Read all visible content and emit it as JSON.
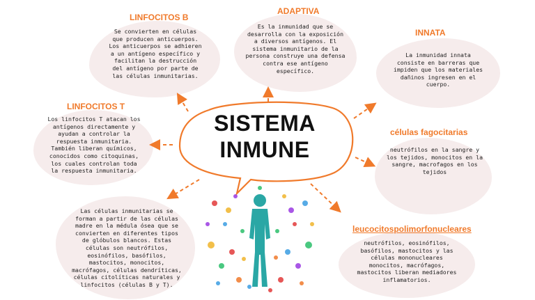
{
  "center": {
    "title": "SISTEMA\nINMUNE"
  },
  "nodes": {
    "linfocitos_b": {
      "title": "LINFOCITOS B",
      "text": "Se convierten en células\nque producen anticuerpos.\nLos anticuerpos se adhieren\na un antígeno específico y\nfacilitan la destrucción\ndel antígeno por parte de\nlas células inmunitarias."
    },
    "adaptiva": {
      "title": "ADAPTIVA",
      "text": "Es la inmunidad que se\ndesarrolla con la exposición\na diversos antígenos. El\nsistema inmunitario de la\npersona construye una defensa\ncontra ese antígeno\nespecífico."
    },
    "innata": {
      "title": "INNATA",
      "text": "La inmunidad innata\nconsiste en barreras que\nimpiden que los materiales\ndañinos ingresen en el\ncuerpo."
    },
    "linfocitos_t": {
      "title": "LINFOCITOS T",
      "text": "Los linfocitos T atacan los\nantígenos directamente y\nayudan a controlar la\nrespuesta inmunitaria.\nTambién liberan químicos,\nconocidos como citoquinas,\nlos cuales controlan toda\nla respuesta inmunitaria."
    },
    "celulas_fagocitarias": {
      "title": "células fagocitarias",
      "text": "neutrófilos en la sangre y\nlos tejidos, monocitos en la\nsangre, macrofagos en los\ntejidos"
    },
    "celulas_inmunitarias": {
      "title": "",
      "text": "Las células inmunitarias se\nforman a partir de las células\nmadre en la médula ósea que se\nconvierten en diferentes tipos\nde glóbulos blancos. Estas\ncélulas son neutrófilos,\neosinófilos, basófilos,\nmastocitos, monocitos,\nmacrófagos, células dendríticas,\ncélulas citolíticas naturales y\nlinfocitos (células B y T)."
    },
    "leucocitos": {
      "title": "leucocitospolimorfonucleares",
      "text": "neutrófilos, eosinófilos,\nbasófilos, mastocitos y las\ncélulas mononucleares\nmonocitos, macrófagos,\nmastocitos liberan mediadores\ninflamatorios."
    }
  },
  "colors": {
    "accent": "#f07a2b",
    "blob": "#f6ecec",
    "figure": "#2aa7a5"
  },
  "icons": [
    "dashed-arrow-icon",
    "human-figure-icon"
  ]
}
